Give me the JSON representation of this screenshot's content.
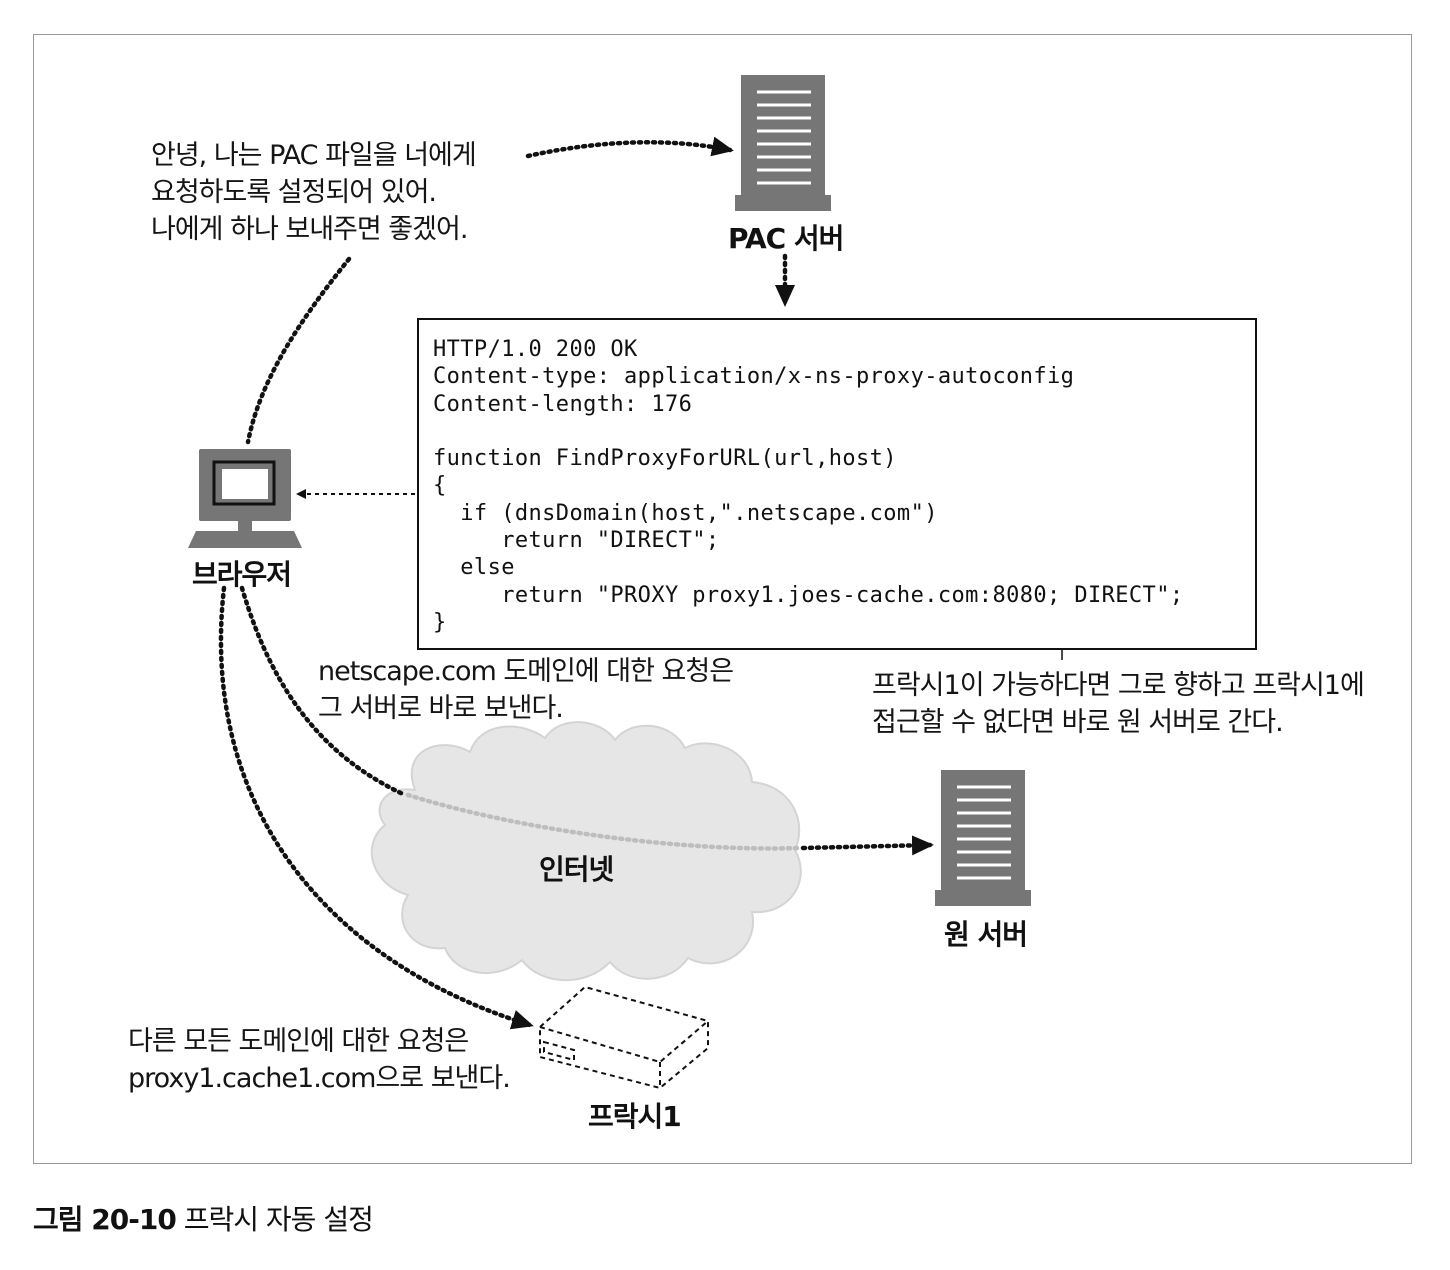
{
  "request_note": [
    "안녕, 나는 PAC 파일을 너에게",
    "요청하도록 설정되어 있어.",
    "나에게 하나 보내주면 좋겠어."
  ],
  "pac_server_label": "PAC 서버",
  "browser_label": "브라우저",
  "internet_label": "인터넷",
  "origin_server_label": "원 서버",
  "proxy_label": "프락시1",
  "pac_response": [
    "HTTP/1.0 200 OK",
    "Content-type: application/x-ns-proxy-autoconfig",
    "Content-length: 176",
    "",
    "function FindProxyForURL(url,host)",
    "{",
    "  if (dnsDomain(host,\".netscape.com\")",
    "     return \"DIRECT\";",
    "  else",
    "     return \"PROXY proxy1.joes-cache.com:8080; DIRECT\";",
    "}"
  ],
  "netscape_note": [
    "netscape.com 도메인에 대한 요청은",
    "그 서버로 바로 보낸다."
  ],
  "proxy_note": [
    "프락시1이 가능하다면 그로 향하고 프락시1에",
    "접근할 수 없다면 바로 원 서버로 간다."
  ],
  "other_note": [
    "다른 모든 도메인에 대한 요청은",
    "proxy1.cache1.com으로 보낸다."
  ],
  "caption": {
    "number": "그림 20-10",
    "title": "프락시 자동 설정"
  },
  "icons": [
    "server-icon",
    "computer-icon",
    "cloud-icon",
    "proxy-box-icon"
  ]
}
